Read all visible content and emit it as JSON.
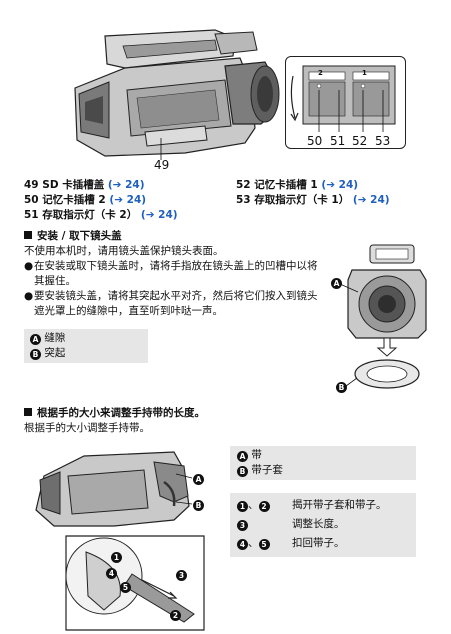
{
  "camera_callouts": {
    "bottom": "49",
    "n50": "50",
    "n51": "51",
    "n52": "52",
    "n53": "53",
    "card2": "2",
    "card1": "1"
  },
  "parts": [
    {
      "num": "49",
      "name": "SD 卡插槽盖",
      "ref": "(➔ 24)"
    },
    {
      "num": "50",
      "name": "记忆卡插槽 2",
      "ref": "(➔ 24)"
    },
    {
      "num": "51",
      "name": "存取指示灯（卡 2）",
      "ref": "(➔ 24)"
    },
    {
      "num": "52",
      "name": "记忆卡插槽 1",
      "ref": "(➔ 24)"
    },
    {
      "num": "53",
      "name": "存取指示灯（卡 1）",
      "ref": "(➔ 24)"
    }
  ],
  "section1": {
    "heading": "安装 / 取下镜头盖",
    "intro": "不使用本机时，请用镜头盖保护镜头表面。",
    "bullets": [
      "在安装或取下镜头盖时，请将手指放在镜头盖上的凹槽中以将其握住。",
      "要安装镜头盖，请将其突起水平对齐，然后将它们按入到镜头遮光罩上的缝隙中，直至听到咔哒一声。"
    ],
    "legend": [
      {
        "key": "A",
        "text": "缝隙"
      },
      {
        "key": "B",
        "text": "突起"
      }
    ]
  },
  "section2": {
    "heading": "根据手的大小来调整手持带的长度。",
    "intro": "根据手的大小调整手持带。",
    "legend": [
      {
        "key": "A",
        "text": "带"
      },
      {
        "key": "B",
        "text": "带子套"
      }
    ],
    "steps": [
      {
        "keys": [
          "1",
          "2"
        ],
        "sep": "、",
        "text": "揭开带子套和带子。"
      },
      {
        "keys": [
          "3"
        ],
        "sep": "",
        "text": "调整长度。"
      },
      {
        "keys": [
          "4",
          "5"
        ],
        "sep": "、",
        "text": "扣回带子。"
      }
    ],
    "fig_marks": [
      "A",
      "B",
      "1",
      "2",
      "3",
      "4",
      "5"
    ]
  }
}
